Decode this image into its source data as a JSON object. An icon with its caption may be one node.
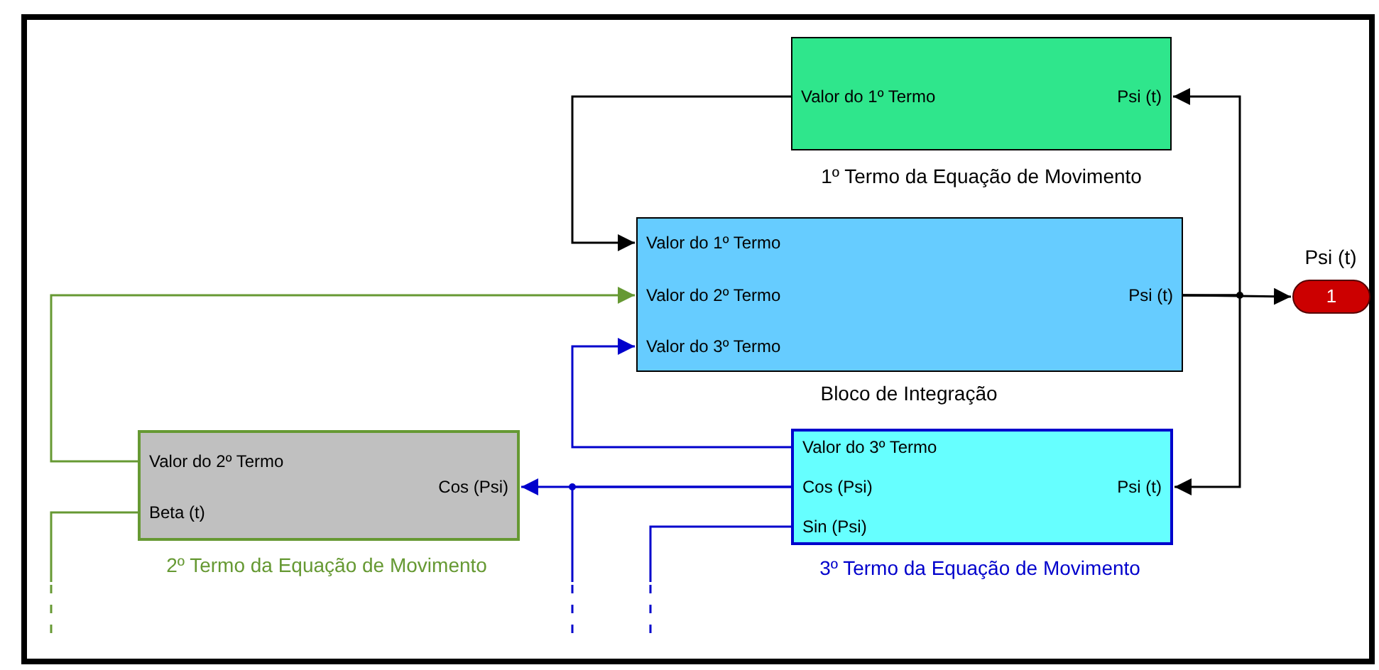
{
  "diagram": {
    "nodes": [
      {
        "text": [
          "Valor do 1º Termo",
          "Psi (t)"
        ],
        "beside": [
          "1º Termo da Equação de Movimento"
        ]
      },
      {
        "text": [
          "Valor do 1º Termo",
          "Valor do 2º Termo",
          "Valor do 3º Termo",
          "Psi (t)"
        ],
        "beside": [
          "Bloco de Integração"
        ]
      },
      {
        "text": [
          "1"
        ],
        "beside": [
          "Psi (t)"
        ]
      },
      {
        "text": [
          "Valor do 2º Termo",
          "Beta (t)",
          "Cos (Psi)"
        ],
        "beside": [
          "2º Termo da Equação de Movimento"
        ]
      },
      {
        "text": [
          "Valor do 3º Termo",
          "Cos (Psi)",
          "Sin (Psi)",
          "Psi (t)"
        ],
        "beside": [
          "3º Termo da Equação de Movimento"
        ]
      }
    ],
    "edges": [
      {
        "from": 0,
        "to": 1,
        "arrow": "to"
      },
      {
        "from": 1,
        "to": 2,
        "arrow": "to"
      },
      {
        "from": 1,
        "to": 0,
        "arrow": "to"
      },
      {
        "from": 1,
        "to": 4,
        "arrow": "to"
      },
      {
        "from": 4,
        "to": 1,
        "arrow": "to",
        "color": "#0000cc"
      },
      {
        "from": 4,
        "to": 3,
        "arrow": "to",
        "color": "#0000cc"
      },
      {
        "from": 3,
        "to": 1,
        "arrow": "to",
        "color": "#669933"
      },
      {
        "from": null,
        "to": 3,
        "arrow": "none",
        "color": "#669933"
      },
      {
        "from": 4,
        "to": null,
        "arrow": "none",
        "color": "#0000cc"
      },
      {
        "from": 4,
        "to": null,
        "arrow": "none",
        "color": "#0000cc"
      }
    ]
  }
}
